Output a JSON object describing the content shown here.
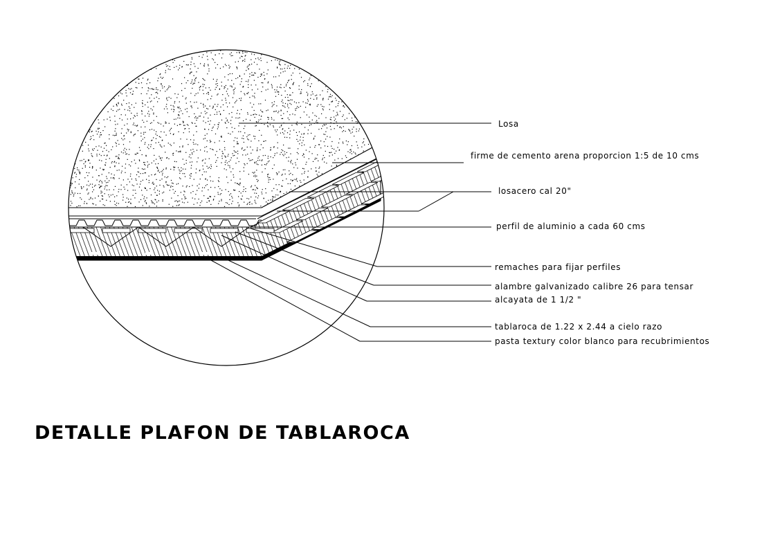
{
  "title": "DETALLE PLAFON DE TABLAROCA",
  "labels": {
    "losa": "Losa",
    "firme": "firme de cemento arena proporcion 1:5 de 10 cms",
    "losacero": "losacero cal 20\"",
    "perfil": "perfil de aluminio a cada 60 cms",
    "remaches": "remaches para fijar perfiles",
    "alambre": "alambre galvanizado calibre 26 para tensar",
    "alcayata": "alcayata de 1 1/2 \"",
    "tablaroca": "tablaroca de 1.22 x 2.44 a cielo razo",
    "pasta": "pasta textury color blanco para recubrimientos"
  },
  "colors": {
    "ink": "#000000",
    "paper": "#ffffff"
  }
}
